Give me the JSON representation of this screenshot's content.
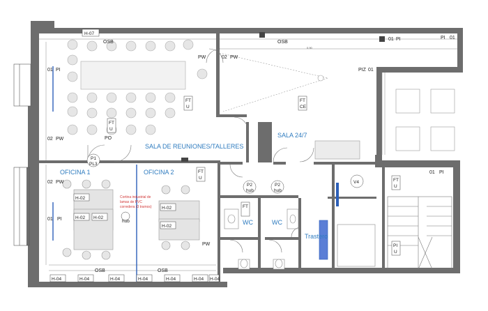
{
  "rooms": {
    "meeting": "SALA DE REUNIONES/TALLERES",
    "office1": "OFICINA 1",
    "office2": "OFICINA 2",
    "sala247": "SALA 24/7",
    "wc_left": "WC",
    "wc_right": "WC",
    "storage": "Trastero"
  },
  "note_red": [
    "Cortina industrial de",
    "lamas de PVC",
    "corredera (3 tramos)"
  ],
  "labels": {
    "h07": "H-07",
    "h02_1": "H-02",
    "h02_2": "H-02",
    "h02_3": "H-02",
    "h02_4": "H-02",
    "h02_5": "H-02",
    "h04_1": "H-04",
    "h04_2": "H-04",
    "h04_3": "H-04",
    "h04_4": "H-04",
    "h04_5": "H-04",
    "h04_6": "H-04",
    "h04_7": "H-04",
    "osb": "OSB",
    "pi": "PI",
    "pw": "PW",
    "piz": "PIZ",
    "ft": "FT",
    "u": "U",
    "ce": "CE",
    "pl3": "PL3",
    "p1": "P1",
    "p2": "P2",
    "hub": "hub",
    "v4": "V4",
    "d01": "01",
    "d02": "02",
    "po": "PO"
  },
  "colors": {
    "wall": "#6d6d6d",
    "room_label": "#2e7bbf",
    "note": "#d23a3a",
    "line": "#555555",
    "accent_blue": "#2c5fb8"
  }
}
